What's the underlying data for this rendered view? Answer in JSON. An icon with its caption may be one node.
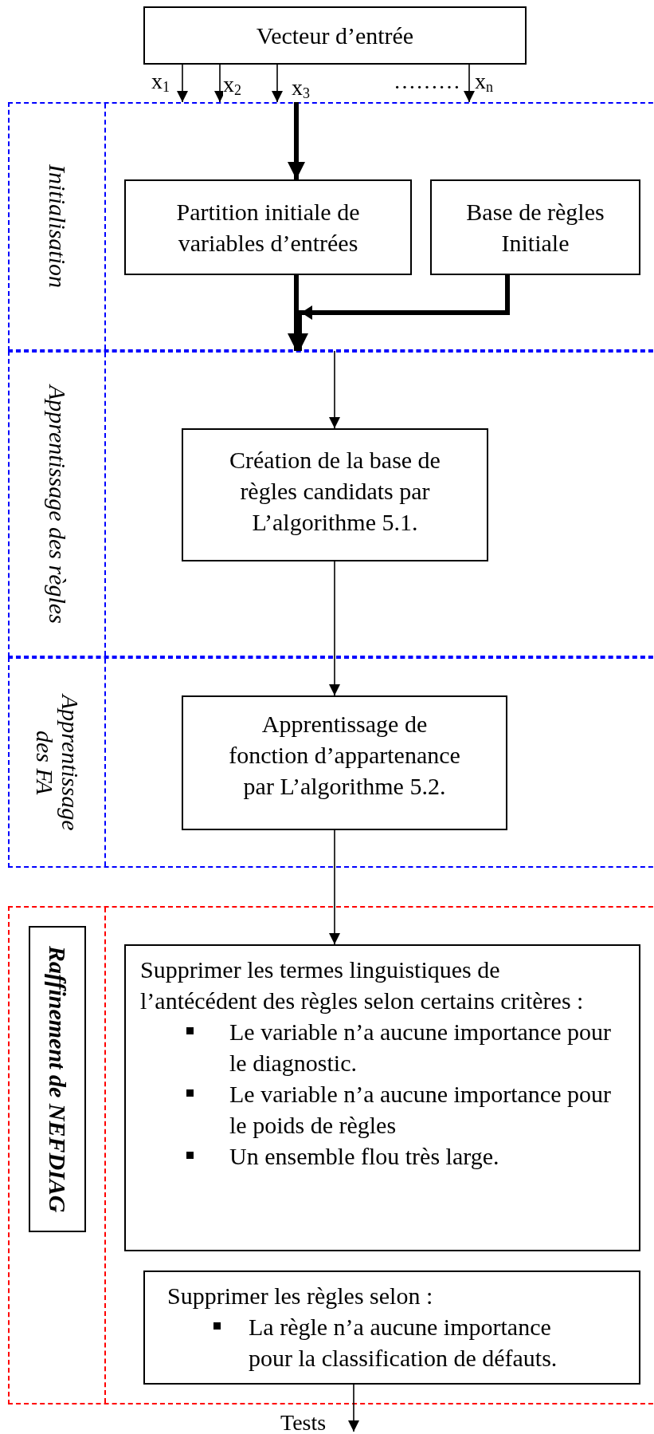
{
  "diagram": {
    "nodes": [
      {
        "text": [
          "Vecteur d’entrée"
        ]
      },
      {
        "text": [
          "Initialisation"
        ]
      },
      {
        "text": [
          "Partition initiale de variables d’entrées"
        ],
        "in": 1
      },
      {
        "text": [
          "Base de règles Initiale"
        ],
        "in": 1
      },
      {
        "text": [
          "Apprentissage des règles"
        ]
      },
      {
        "text": [
          "Création de la base de règles candidats par L’algorithme 5.1."
        ],
        "in": 4
      },
      {
        "text": [
          "Apprentissage des FA"
        ]
      },
      {
        "text": [
          "Apprentissage de fonction d’appartenance par  L’algorithme 5.2."
        ],
        "in": 6
      },
      {
        "text": [],
        "shape": "box"
      },
      {
        "text": [
          "Raffinement de NEFDIAG"
        ],
        "in": 8
      },
      {
        "text": [
          "Supprimer les termes linguistiques de l’antécédent des règles selon certains critères :",
          "Le variable n’a aucune importance pour le diagnostic.",
          "Le variable n’a aucune importance pour le poids de règles",
          "Un ensemble flou très large."
        ],
        "in": 8
      },
      {
        "text": [
          "Supprimer les règles selon :",
          "La règle n’a aucune importance pour la classification de défauts."
        ],
        "in": 8
      }
    ],
    "edges": [
      {
        "from": 0,
        "to": 1,
        "arrow": "to",
        "label": "x$_{1}$"
      },
      {
        "from": 0,
        "to": 1,
        "arrow": "to",
        "label": "x$_{2}$"
      },
      {
        "from": 0,
        "to": 1,
        "arrow": "to",
        "label": "x$_{3}$"
      },
      {
        "from": 0,
        "to": 1,
        "arrow": "to",
        "label": "x$_{n}$"
      },
      {
        "from": null,
        "to": 2,
        "arrow": "to",
        "style": "thick"
      },
      {
        "from": 2,
        "to": 4,
        "arrow": "to",
        "style": "thick"
      },
      {
        "from": 3,
        "to": 4,
        "arrow": "to",
        "style": "thick"
      },
      {
        "from": 1,
        "to": 5,
        "arrow": "to"
      },
      {
        "from": 5,
        "to": 7,
        "arrow": "to"
      },
      {
        "from": 7,
        "to": 10,
        "arrow": "to"
      },
      {
        "from": 11,
        "to": null,
        "arrow": "to",
        "label": "Tests"
      }
    ],
    "labels": [
      "………"
    ]
  }
}
